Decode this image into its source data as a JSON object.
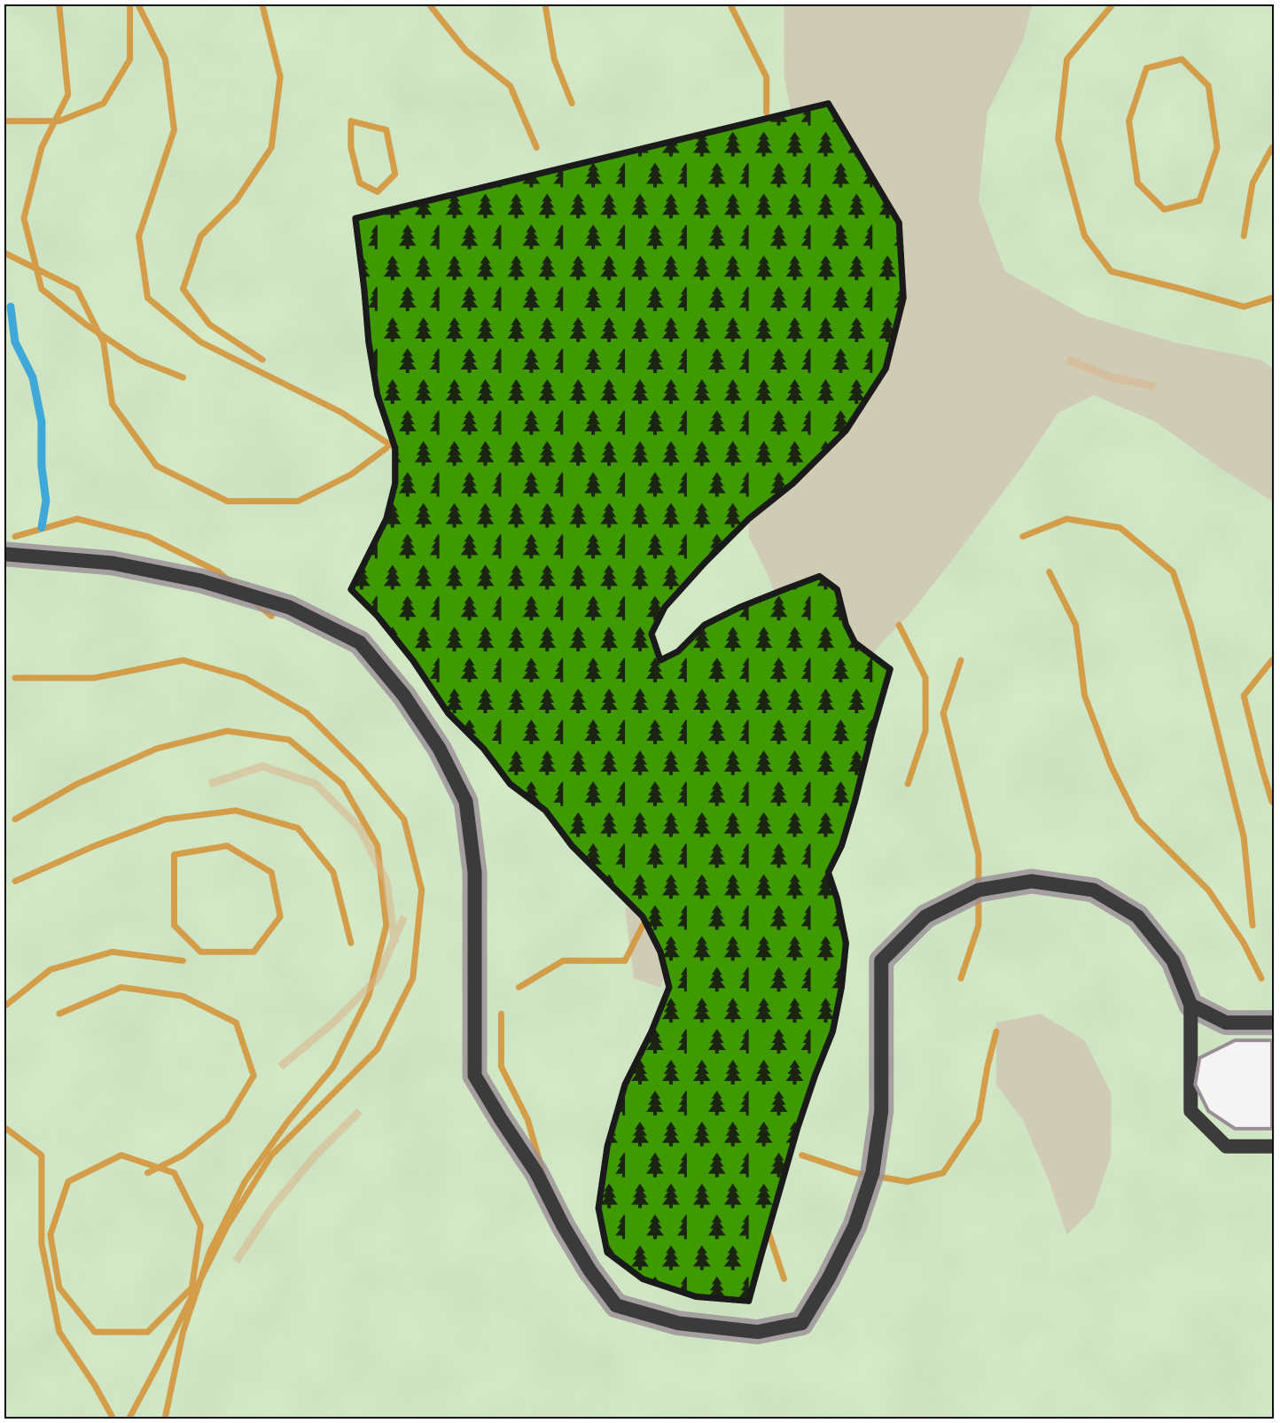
{
  "map": {
    "colors": {
      "terrain": "#d6ecc8",
      "terrain_shade": "#bcd8ad",
      "bare_ground": "#cfc9b4",
      "contour": "#d4963c",
      "contour_faint": "#d9b48a",
      "road": "#3b3b3b",
      "road_edge": "#9a8e96",
      "water": "#3fa8d8",
      "stand_fill": "#3f9a00",
      "stand_outline": "#1a1a1a",
      "tree_symbol": "#1b2410",
      "clearing": "#f4f4f4"
    },
    "layers": [
      {
        "name": "hillshade-terrain",
        "icon": "terrain-icon"
      },
      {
        "name": "bare-ground",
        "icon": "bare-ground-icon"
      },
      {
        "name": "contour-lines",
        "icon": "contour-icon"
      },
      {
        "name": "stream",
        "icon": "water-icon"
      },
      {
        "name": "road",
        "icon": "road-icon"
      },
      {
        "name": "forest-stand",
        "icon": "conifer-tree-icon"
      }
    ]
  }
}
